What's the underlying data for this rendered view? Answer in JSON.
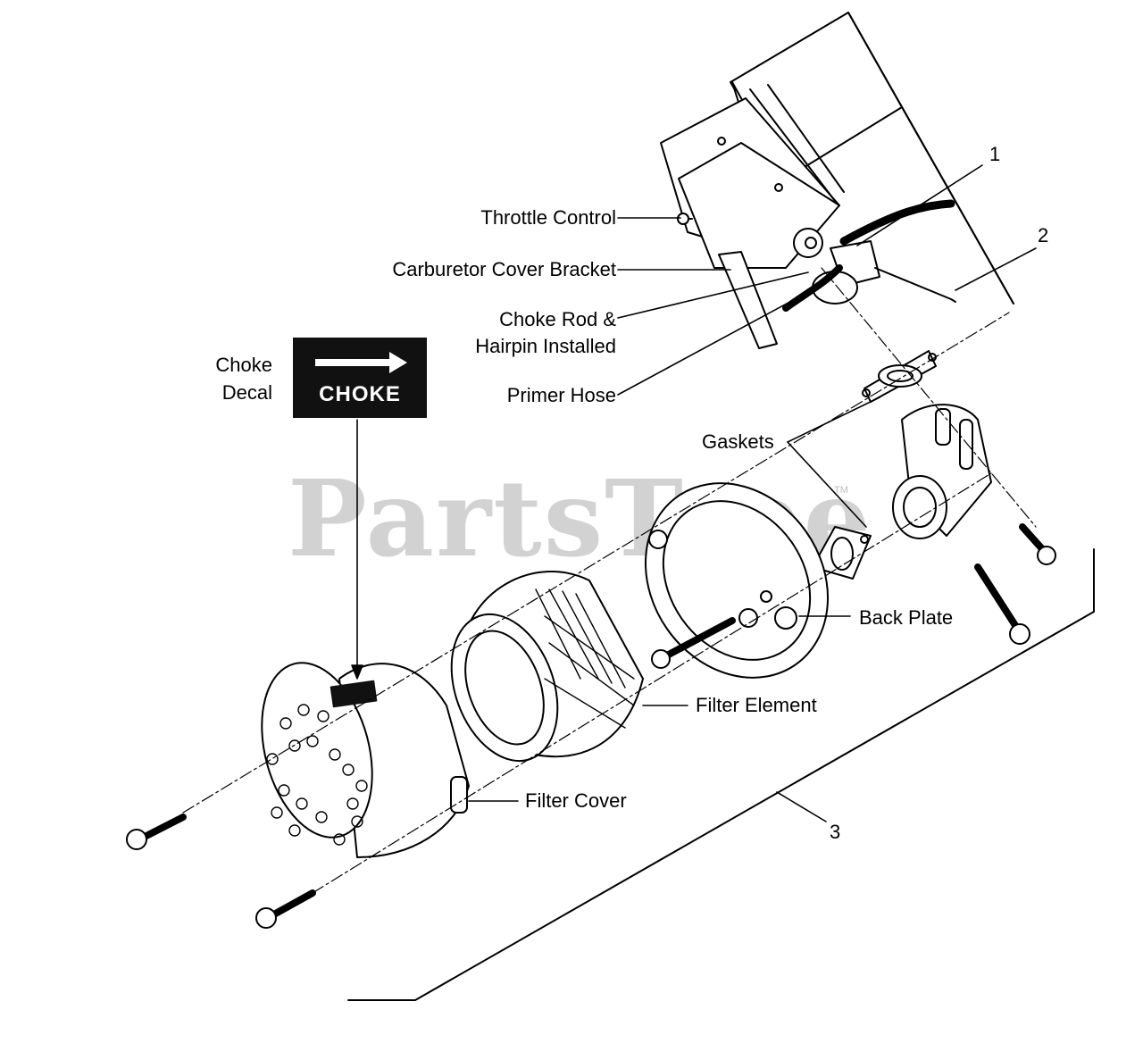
{
  "watermark": {
    "text": "PartsTree",
    "trademark": "TM"
  },
  "decal": {
    "label_line1": "Choke",
    "label_line2": "Decal",
    "panel_text": "CHOKE"
  },
  "callouts": {
    "throttle_control": "Throttle Control",
    "carburetor_cover_bracket": "Carburetor Cover Bracket",
    "choke_rod_line1": "Choke Rod &",
    "choke_rod_line2": "Hairpin Installed",
    "primer_hose": "Primer Hose",
    "gaskets": "Gaskets",
    "back_plate": "Back Plate",
    "filter_element": "Filter Element",
    "filter_cover": "Filter Cover"
  },
  "item_numbers": {
    "n1": "1",
    "n2": "2",
    "n3": "3"
  }
}
